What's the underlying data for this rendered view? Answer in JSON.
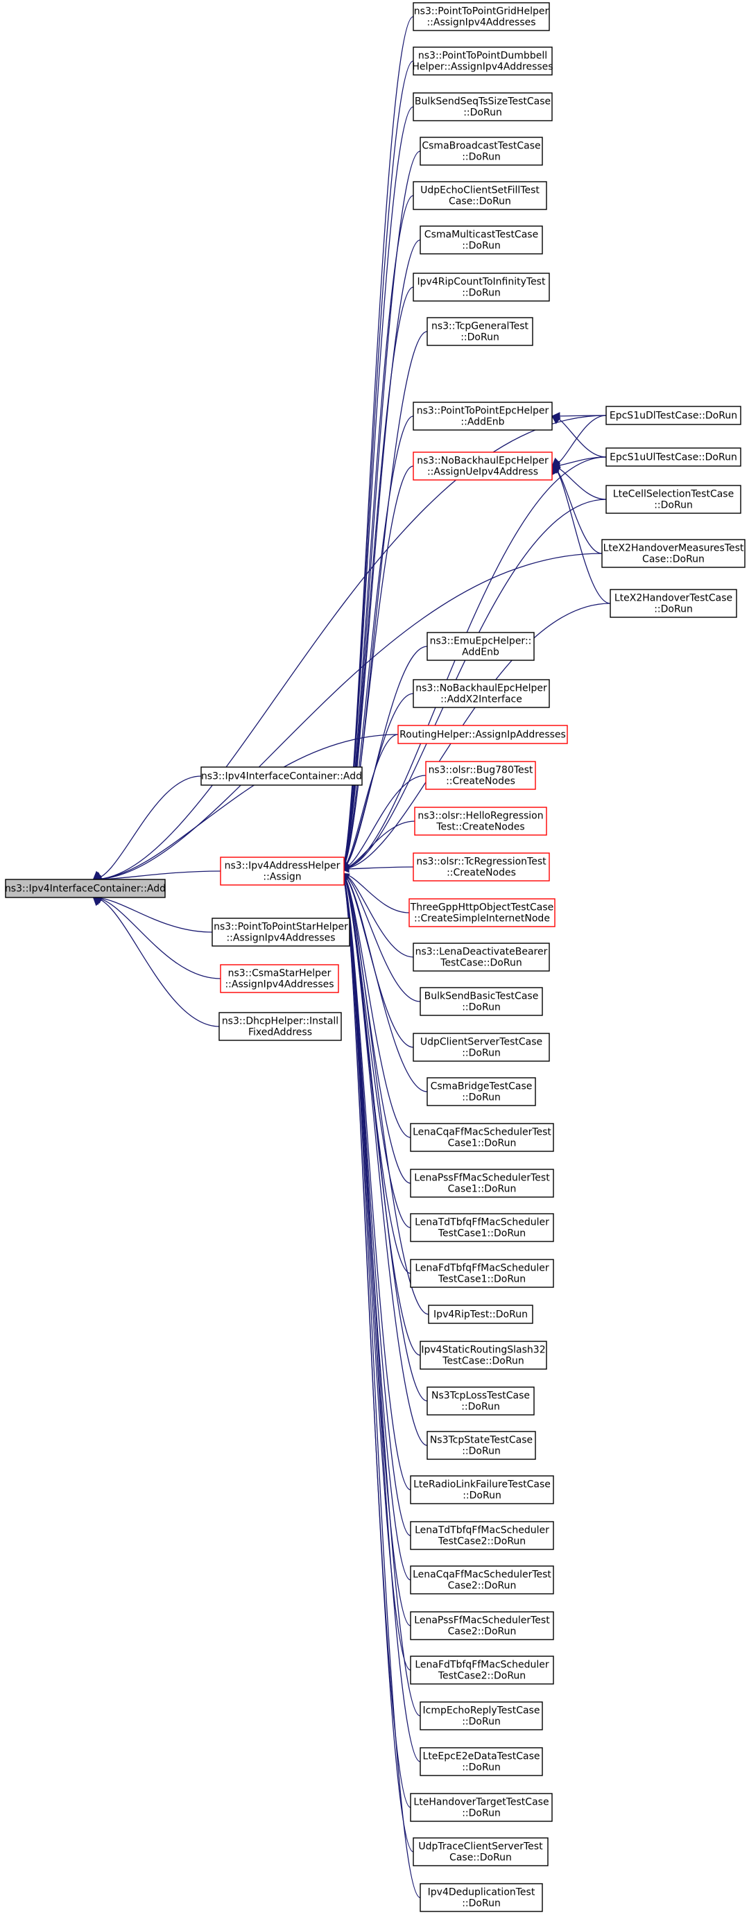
{
  "graph": {
    "edge_color": "#191970",
    "node_border_color": "#000000",
    "incomplete_node_border_color": "#ff0000",
    "root_fill_color": "#bfbfbf",
    "nodes": [
      {
        "id": "root",
        "lines": [
          "ns3::Ipv4InterfaceContainer::Add"
        ],
        "style": "root"
      },
      {
        "id": "addContainer",
        "lines": [
          "ns3::Ipv4InterfaceContainer::Add"
        ],
        "style": "normal"
      },
      {
        "id": "assign",
        "lines": [
          "ns3::Ipv4AddressHelper",
          "::Assign"
        ],
        "style": "red"
      },
      {
        "id": "p2pStar",
        "lines": [
          "ns3::PointToPointStarHelper",
          "::AssignIpv4Addresses"
        ],
        "style": "normal"
      },
      {
        "id": "csmaStar",
        "lines": [
          "ns3::CsmaStarHelper",
          "::AssignIpv4Addresses"
        ],
        "style": "red"
      },
      {
        "id": "dhcpInstall",
        "lines": [
          "ns3::DhcpHelper::Install",
          "FixedAddress"
        ],
        "style": "normal"
      },
      {
        "id": "p2pGrid",
        "lines": [
          "ns3::PointToPointGridHelper",
          "::AssignIpv4Addresses"
        ],
        "style": "normal"
      },
      {
        "id": "p2pDumbbell",
        "lines": [
          "ns3::PointToPointDumbbell",
          "Helper::AssignIpv4Addresses"
        ],
        "style": "normal"
      },
      {
        "id": "bulkSeq",
        "lines": [
          "BulkSendSeqTsSizeTestCase",
          "::DoRun"
        ],
        "style": "normal"
      },
      {
        "id": "csmaBroadcast",
        "lines": [
          "CsmaBroadcastTestCase",
          "::DoRun"
        ],
        "style": "normal"
      },
      {
        "id": "udpEchoFill",
        "lines": [
          "UdpEchoClientSetFillTest",
          "Case::DoRun"
        ],
        "style": "normal"
      },
      {
        "id": "csmaMulticast",
        "lines": [
          "CsmaMulticastTestCase",
          "::DoRun"
        ],
        "style": "normal"
      },
      {
        "id": "ipv4RipCount",
        "lines": [
          "Ipv4RipCountToInfinityTest",
          "::DoRun"
        ],
        "style": "normal"
      },
      {
        "id": "tcpGeneral",
        "lines": [
          "ns3::TcpGeneralTest",
          "::DoRun"
        ],
        "style": "normal"
      },
      {
        "id": "p2pEpcAddEnb",
        "lines": [
          "ns3::PointToPointEpcHelper",
          "::AddEnb"
        ],
        "style": "normal"
      },
      {
        "id": "noBackhaulAssign",
        "lines": [
          "ns3::NoBackhaulEpcHelper",
          "::AssignUeIpv4Address"
        ],
        "style": "red"
      },
      {
        "id": "emuAddEnb",
        "lines": [
          "ns3::EmuEpcHelper::",
          "AddEnb"
        ],
        "style": "normal"
      },
      {
        "id": "noBackhaulX2",
        "lines": [
          "ns3::NoBackhaulEpcHelper",
          "::AddX2Interface"
        ],
        "style": "normal"
      },
      {
        "id": "routingHelper",
        "lines": [
          "RoutingHelper::AssignIpAddresses"
        ],
        "style": "red"
      },
      {
        "id": "olsrBug780",
        "lines": [
          "ns3::olsr::Bug780Test",
          "::CreateNodes"
        ],
        "style": "red"
      },
      {
        "id": "olsrHello",
        "lines": [
          "ns3::olsr::HelloRegression",
          "Test::CreateNodes"
        ],
        "style": "red"
      },
      {
        "id": "olsrTc",
        "lines": [
          "ns3::olsr::TcRegressionTest",
          "::CreateNodes"
        ],
        "style": "red"
      },
      {
        "id": "threeGpp",
        "lines": [
          "ThreeGppHttpObjectTestCase",
          "::CreateSimpleInternetNode"
        ],
        "style": "red"
      },
      {
        "id": "lenaDeactivate",
        "lines": [
          "ns3::LenaDeactivateBearer",
          "TestCase::DoRun"
        ],
        "style": "normal"
      },
      {
        "id": "bulkBasic",
        "lines": [
          "BulkSendBasicTestCase",
          "::DoRun"
        ],
        "style": "normal"
      },
      {
        "id": "udpClientServer",
        "lines": [
          "UdpClientServerTestCase",
          "::DoRun"
        ],
        "style": "normal"
      },
      {
        "id": "csmaBridge",
        "lines": [
          "CsmaBridgeTestCase",
          "::DoRun"
        ],
        "style": "normal"
      },
      {
        "id": "lenaCqa1",
        "lines": [
          "LenaCqaFfMacSchedulerTest",
          "Case1::DoRun"
        ],
        "style": "normal"
      },
      {
        "id": "lenaPss1",
        "lines": [
          "LenaPssFfMacSchedulerTest",
          "Case1::DoRun"
        ],
        "style": "normal"
      },
      {
        "id": "lenaTdTbfq1",
        "lines": [
          "LenaTdTbfqFfMacScheduler",
          "TestCase1::DoRun"
        ],
        "style": "normal"
      },
      {
        "id": "lenaFdTbfq1",
        "lines": [
          "LenaFdTbfqFfMacScheduler",
          "TestCase1::DoRun"
        ],
        "style": "normal"
      },
      {
        "id": "ipv4Rip",
        "lines": [
          "Ipv4RipTest::DoRun"
        ],
        "style": "normal"
      },
      {
        "id": "ipv4Static",
        "lines": [
          "Ipv4StaticRoutingSlash32",
          "TestCase::DoRun"
        ],
        "style": "normal"
      },
      {
        "id": "ns3TcpLoss",
        "lines": [
          "Ns3TcpLossTestCase",
          "::DoRun"
        ],
        "style": "normal"
      },
      {
        "id": "ns3TcpState",
        "lines": [
          "Ns3TcpStateTestCase",
          "::DoRun"
        ],
        "style": "normal"
      },
      {
        "id": "lteRlf",
        "lines": [
          "LteRadioLinkFailureTestCase",
          "::DoRun"
        ],
        "style": "normal"
      },
      {
        "id": "lenaTdTbfq2",
        "lines": [
          "LenaTdTbfqFfMacScheduler",
          "TestCase2::DoRun"
        ],
        "style": "normal"
      },
      {
        "id": "lenaCqa2",
        "lines": [
          "LenaCqaFfMacSchedulerTest",
          "Case2::DoRun"
        ],
        "style": "normal"
      },
      {
        "id": "lenaPss2",
        "lines": [
          "LenaPssFfMacSchedulerTest",
          "Case2::DoRun"
        ],
        "style": "normal"
      },
      {
        "id": "lenaFdTbfq2",
        "lines": [
          "LenaFdTbfqFfMacScheduler",
          "TestCase2::DoRun"
        ],
        "style": "normal"
      },
      {
        "id": "icmpEcho",
        "lines": [
          "IcmpEchoReplyTestCase",
          "::DoRun"
        ],
        "style": "normal"
      },
      {
        "id": "lteEpcE2e",
        "lines": [
          "LteEpcE2eDataTestCase",
          "::DoRun"
        ],
        "style": "normal"
      },
      {
        "id": "lteHandoverTarget",
        "lines": [
          "LteHandoverTargetTestCase",
          "::DoRun"
        ],
        "style": "normal"
      },
      {
        "id": "udpTrace",
        "lines": [
          "UdpTraceClientServerTest",
          "Case::DoRun"
        ],
        "style": "normal"
      },
      {
        "id": "ipv4Dedup",
        "lines": [
          "Ipv4DeduplicationTest",
          "::DoRun"
        ],
        "style": "normal"
      },
      {
        "id": "epcS1uDl",
        "lines": [
          "EpcS1uDlTestCase::DoRun"
        ],
        "style": "normal"
      },
      {
        "id": "epcS1uUl",
        "lines": [
          "EpcS1uUlTestCase::DoRun"
        ],
        "style": "normal"
      },
      {
        "id": "lteCellSel",
        "lines": [
          "LteCellSelectionTestCase",
          "::DoRun"
        ],
        "style": "normal"
      },
      {
        "id": "lteX2Measures",
        "lines": [
          "LteX2HandoverMeasuresTest",
          "Case::DoRun"
        ],
        "style": "normal"
      },
      {
        "id": "lteX2Handover",
        "lines": [
          "LteX2HandoverTestCase",
          "::DoRun"
        ],
        "style": "normal"
      }
    ]
  }
}
